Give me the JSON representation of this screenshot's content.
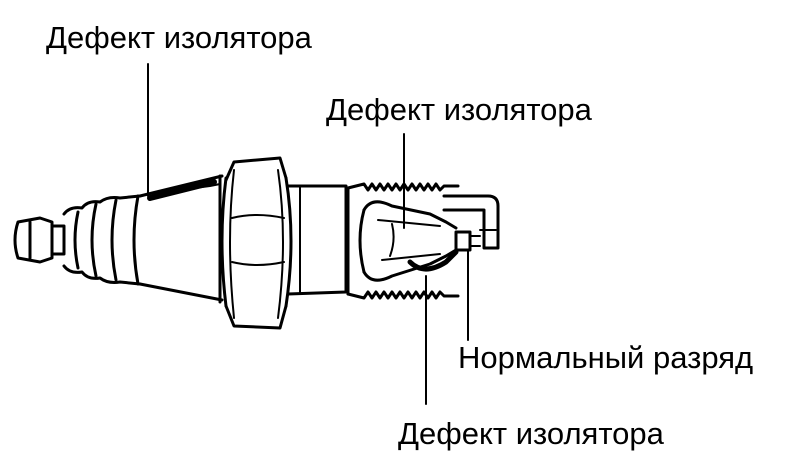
{
  "labels": {
    "insulator_defect_top_left": "Дефект изолятора",
    "insulator_defect_top_mid": "Дефект изолятора",
    "normal_discharge": "Нормальный разряд",
    "insulator_defect_bottom": "Дефект изолятора"
  },
  "colors": {
    "ink": "#000000",
    "background": "#ffffff"
  }
}
